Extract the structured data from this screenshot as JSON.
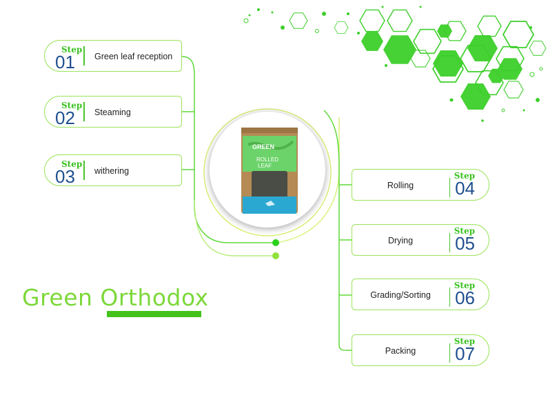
{
  "title": "Green Orthodox",
  "accent_color": "#44c21c",
  "number_color": "#1f4f8f",
  "package": {
    "brand_top": "GREEN",
    "brand_bottom_1": "ROLLED",
    "brand_bottom_2": "LEAF"
  },
  "steps": [
    {
      "word": "Step",
      "number": "01",
      "label": "Green leaf reception"
    },
    {
      "word": "Step",
      "number": "02",
      "label": "Steaming"
    },
    {
      "word": "Step",
      "number": "03",
      "label": "withering"
    },
    {
      "word": "Step",
      "number": "04",
      "label": "Rolling"
    },
    {
      "word": "Step",
      "number": "05",
      "label": "Drying"
    },
    {
      "word": "Step",
      "number": "06",
      "label": "Grading/Sorting"
    },
    {
      "word": "Step",
      "number": "07",
      "label": "Packing"
    }
  ]
}
